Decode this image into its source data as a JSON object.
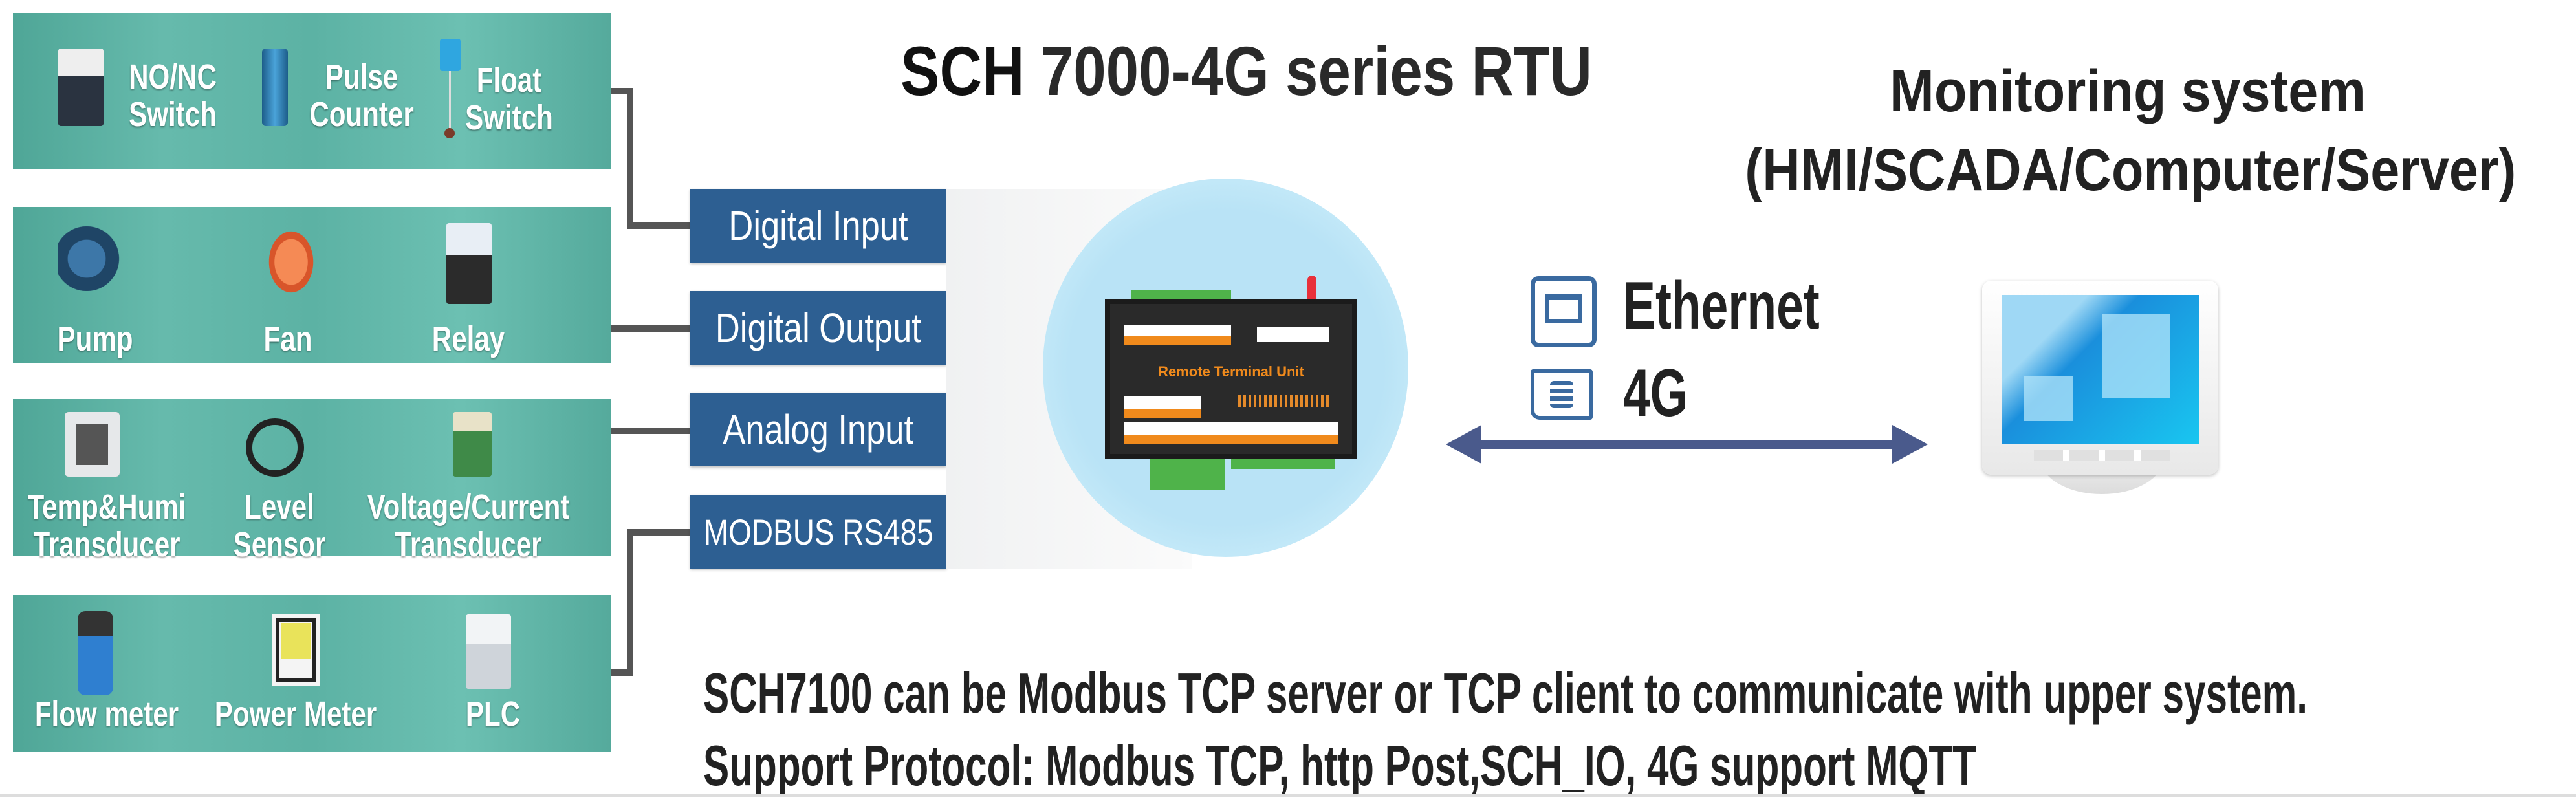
{
  "title": {
    "brand": "SCH",
    "model": "7000-4G series RTU"
  },
  "monitoring": {
    "line1": "Monitoring system",
    "line2": "(HMI/SCADA/Computer/Server)"
  },
  "panels": [
    {
      "items": [
        {
          "icon": "contactor-switch-icon",
          "lines": [
            "NO/NC",
            "Switch"
          ]
        },
        {
          "icon": "pulse-counter-icon",
          "lines": [
            "Pulse",
            "Counter"
          ]
        },
        {
          "icon": "float-switch-icon",
          "lines": [
            "Float",
            "Switch"
          ]
        }
      ]
    },
    {
      "items": [
        {
          "icon": "pump-icon",
          "lines": [
            "Pump"
          ]
        },
        {
          "icon": "fan-icon",
          "lines": [
            "Fan"
          ]
        },
        {
          "icon": "relay-icon",
          "lines": [
            "Relay"
          ]
        }
      ]
    },
    {
      "items": [
        {
          "icon": "temp-humidity-transducer-icon",
          "lines": [
            "Temp&Humi",
            "Transducer"
          ]
        },
        {
          "icon": "level-sensor-icon",
          "lines": [
            "Level",
            "Sensor"
          ]
        },
        {
          "icon": "voltage-current-transducer-icon",
          "lines": [
            "Voltage/Current",
            "Transducer"
          ]
        }
      ]
    },
    {
      "items": [
        {
          "icon": "flow-meter-icon",
          "lines": [
            "Flow meter"
          ]
        },
        {
          "icon": "power-meter-icon",
          "lines": [
            "Power Meter"
          ]
        },
        {
          "icon": "plc-icon",
          "lines": [
            "PLC"
          ]
        }
      ]
    }
  ],
  "interfaces": [
    "Digital Input",
    "Digital Output",
    "Analog Input",
    "MODBUS RS485"
  ],
  "device": {
    "label": "Remote Terminal Unit"
  },
  "links": [
    {
      "icon": "ethernet-port-icon",
      "label": "Ethernet"
    },
    {
      "icon": "sim-card-icon",
      "label": "4G"
    }
  ],
  "footer": {
    "line1": "SCH7100 can be Modbus TCP server or TCP client to communicate with upper system.",
    "line2": "Support Protocol: Modbus TCP, http Post,SCH_IO, 4G support MQTT"
  },
  "colors": {
    "panel": "#5fb3a6",
    "interface_box": "#2d5f92",
    "arrow": "#4a5a8c",
    "halo": "#bfe6f7",
    "text": "#222222"
  }
}
